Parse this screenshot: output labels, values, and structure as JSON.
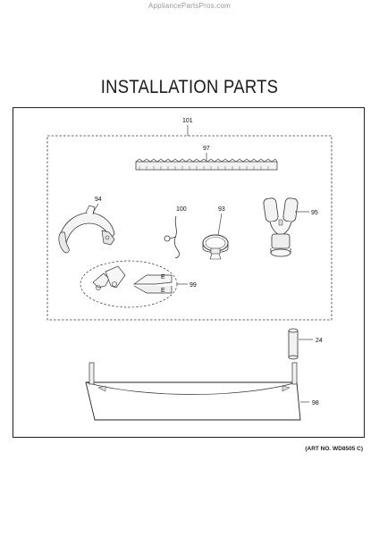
{
  "watermark": "AppliancePartsPros.com",
  "title": "INSTALLATION PARTS",
  "art_number": "(ART NO. WD8505 C)",
  "callouts": {
    "kit": "101",
    "strip": "97",
    "bracket": "94",
    "wire": "100",
    "clamp": "93",
    "adapter": "95",
    "clips": "99",
    "tube": "24",
    "tub_front": "98"
  }
}
